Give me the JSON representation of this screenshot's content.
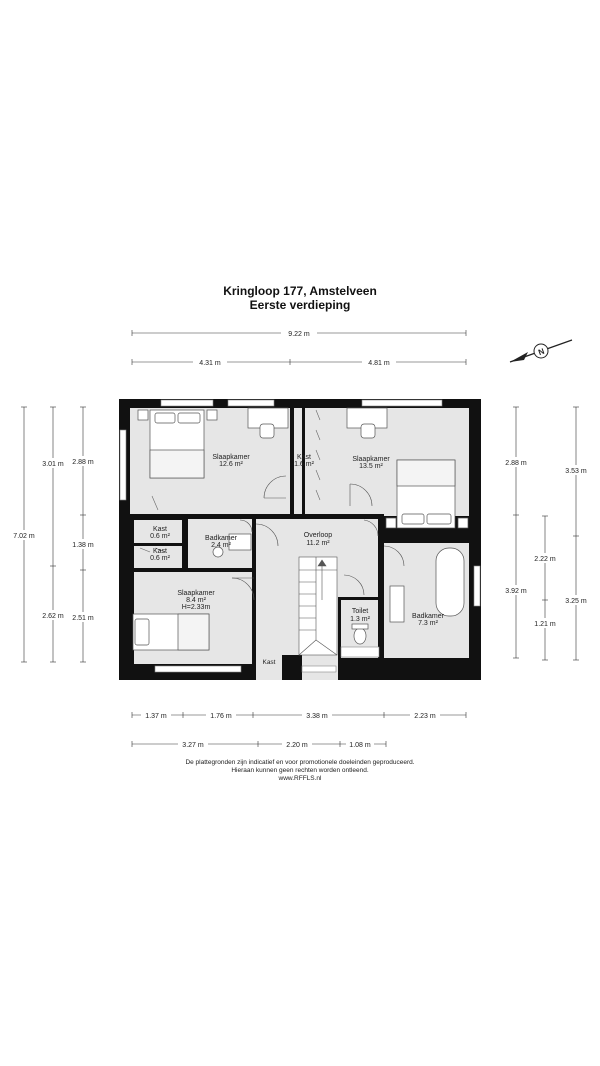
{
  "title": {
    "line1": "Kringloop 177, Amstelveen",
    "line2": "Eerste verdieping"
  },
  "rooms": [
    {
      "id": "slaapkamer-nw",
      "name": "Slaapkamer",
      "area": "12.6 m²"
    },
    {
      "id": "kast-1",
      "name": "Kast",
      "area": "1.6 m²"
    },
    {
      "id": "slaapkamer-ne",
      "name": "Slaapkamer",
      "area": "13.5 m²"
    },
    {
      "id": "kast-2",
      "name": "Kast",
      "area": "0.6 m²"
    },
    {
      "id": "badkamer-small",
      "name": "Badkamer",
      "area": "2.4 m²"
    },
    {
      "id": "overloop",
      "name": "Overloop",
      "area": "11.2 m²"
    },
    {
      "id": "kast-3",
      "name": "Kast",
      "area": "0.6 m²"
    },
    {
      "id": "slaapkamer-sw",
      "name": "Slaapkamer",
      "area": "8.4 m²",
      "note": "H=2.33m"
    },
    {
      "id": "toilet",
      "name": "Toilet",
      "area": "1.3 m²"
    },
    {
      "id": "badkamer-large",
      "name": "Badkamer",
      "area": "7.3 m²"
    },
    {
      "id": "kast-4",
      "name": "Kast",
      "area": ""
    }
  ],
  "dimensions": {
    "top_total": "9.22 m",
    "top_left": "4.31 m",
    "top_right": "4.81 m",
    "left_outer_total": "7.02 m",
    "left_mid_top": "3.01 m",
    "left_mid_bottom": "2.62 m",
    "left_inner_top": "2.88 m",
    "left_inner_mid": "1.38 m",
    "left_inner_bottom": "2.51 m",
    "right_inner_top": "2.88 m",
    "right_inner_bottom": "3.92 m",
    "right_mid_1": "2.22 m",
    "right_mid_2": "1.21 m",
    "right_outer_top": "3.53 m",
    "right_outer_bottom": "3.25 m",
    "bottom_row1": [
      "1.37 m",
      "1.76 m",
      "3.38 m",
      "2.23 m"
    ],
    "bottom_row2": [
      "3.27 m",
      "2.20 m",
      "1.08 m"
    ]
  },
  "compass": {
    "label": "N"
  },
  "disclaimer": {
    "line1": "De plattegronden zijn indicatief en voor promotionele doeleinden geproduceerd.",
    "line2": "Hieraan kunnen geen rechten worden ontleend.",
    "line3": "www.RFFLS.nl"
  }
}
